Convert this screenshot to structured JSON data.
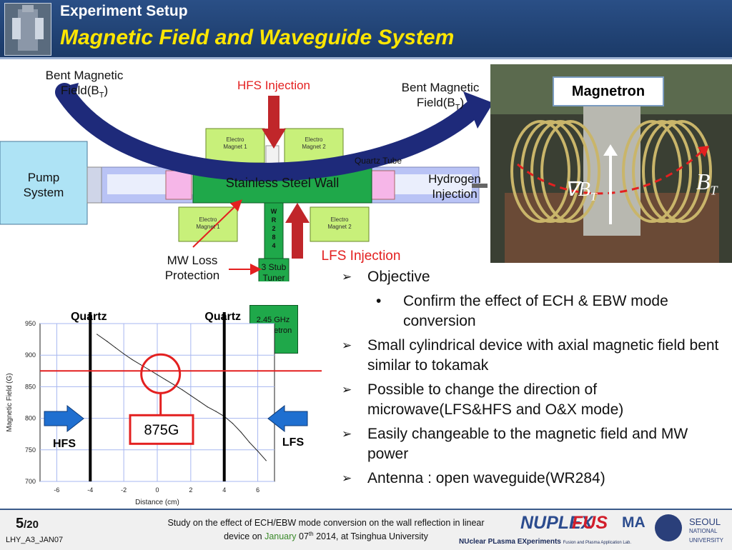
{
  "header": {
    "subtitle": "Experiment Setup",
    "title": "Magnetic Field and Waveguide System"
  },
  "diagram": {
    "bent_field_left": [
      "Bent Magnetic",
      "Field(B",
      "T",
      ")"
    ],
    "bent_field_right": [
      "Bent Magnetic",
      "Field(B",
      "T",
      ")"
    ],
    "hfs_injection": "HFS Injection",
    "lfs_injection": "LFS Injection",
    "pump_system": [
      "Pump",
      "System"
    ],
    "stainless_wall": "Stainless Steel Wall",
    "quartz_tube": "Quartz Tube",
    "hydrogen": [
      "Hydrogen",
      "Injection"
    ],
    "electro_magnet_1": [
      "Electro",
      "Magnet 1"
    ],
    "electro_magnet_2": [
      "Electro",
      "Magnet 2"
    ],
    "wr284": [
      "W",
      "R",
      "2",
      "8",
      "4"
    ],
    "mw_loss": [
      "MW Loss",
      "Protection"
    ],
    "stub_tuner": [
      "3 Stub",
      "Tuner"
    ],
    "magnetron_box": [
      "2.45 GHz",
      "Magnetron"
    ]
  },
  "photo": {
    "magnetron_label": "Magnetron",
    "grad_bt": "∇B",
    "grad_bt_sub": "T",
    "bt": "B",
    "bt_sub": "T"
  },
  "chart_data": {
    "type": "line",
    "xlabel": "Distance (cm)",
    "ylabel": "Magnetic Field (G)",
    "xlim": [
      -7,
      7
    ],
    "ylim": [
      700,
      950
    ],
    "xticks": [
      -6,
      -4,
      -2,
      0,
      2,
      4,
      6
    ],
    "yticks": [
      700,
      750,
      800,
      850,
      900,
      950
    ],
    "grid": true,
    "series": [
      {
        "x": [
          -3.6,
          -3.0,
          -2.5,
          -2.0,
          -1.5,
          -1.0,
          -0.5,
          0.0,
          0.5,
          1.0,
          1.5,
          2.0,
          2.5,
          3.0,
          3.5,
          4.0,
          4.5,
          5.0,
          5.5,
          6.0,
          6.5
        ],
        "y": [
          933,
          922,
          912,
          902,
          893,
          885,
          877,
          869,
          861,
          853,
          845,
          836,
          827,
          818,
          811,
          803,
          792,
          778,
          762,
          748,
          733
        ]
      }
    ],
    "quartz_x": [
      -4,
      4
    ],
    "quartz_label": "Quartz",
    "resonance_value": 875,
    "resonance_label": "875G",
    "hfs_label": "HFS",
    "lfs_label": "LFS"
  },
  "bullets": [
    {
      "marker": "➢",
      "text": "Objective",
      "level": 1
    },
    {
      "marker": "•",
      "text": "Confirm the effect of ECH & EBW mode conversion",
      "level": 2
    },
    {
      "marker": "➢",
      "text": "Small cylindrical device with axial magnetic field bent similar to tokamak",
      "level": 1
    },
    {
      "marker": "➢",
      "text": "Possible to change the direction of microwave(LFS&HFS and O&X mode)",
      "level": 1
    },
    {
      "marker": "➢",
      "text": "Easily changeable to the magnetic field and MW power",
      "level": 1
    },
    {
      "marker": "➢",
      "text": "Antenna : open waveguide(WR284)",
      "level": 1
    }
  ],
  "footer": {
    "page_num": "5",
    "page_total": "/20",
    "code": "LHY_A3_JAN07",
    "line1": "Study on the effect of ECH/EBW mode conversion on the wall reflection in linear",
    "line2_a": "device on ",
    "line2_jan": "January",
    "line2_b": " 07",
    "line2_sup": "th",
    "line2_c": " 2014, at Tsinghua University",
    "lab_tagline": "NUclear PLasma EXperiments",
    "lab_tagline_small": "Fusion and Plasma Application Lab.",
    "lab_part1": "NUPLEX",
    "lab_part2": "FUS",
    "lab_part3": "MA",
    "univ": [
      "SEOUL",
      "NATIONAL",
      "UNIVERSITY"
    ]
  },
  "colors": {
    "header_bg": "#1b3a68",
    "title_yellow": "#ffe600",
    "red": "#e32020",
    "wall_green": "#1fa84a",
    "magnet_green": "#c8f07a",
    "pump_blue": "#aee3f5",
    "arc_blue": "#1e2a7a"
  }
}
